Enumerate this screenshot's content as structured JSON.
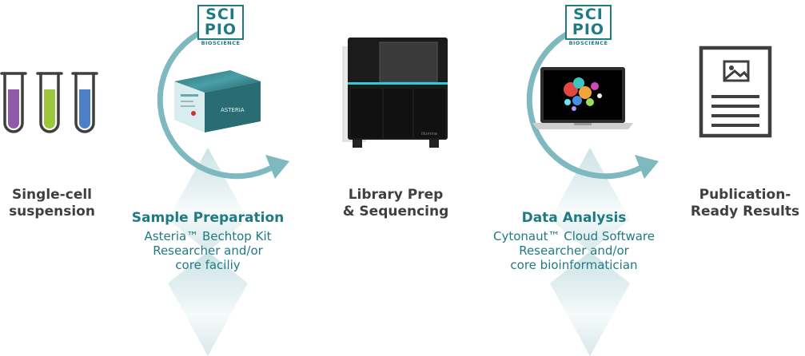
{
  "steps": [
    {
      "title_line1": "Single-cell",
      "title_line2": "suspension"
    },
    {
      "title": "Sample Preparation",
      "sub1": "Asteria™ Bechtop Kit",
      "sub2": "Researcher and/or",
      "sub3": "core faciliy"
    },
    {
      "title_line1": "Library Prep",
      "title_line2": "& Sequencing"
    },
    {
      "title": "Data Analysis",
      "sub1": "Cytonaut™ Cloud Software",
      "sub2": "Researcher and/or",
      "sub3": "core bioinformatician"
    },
    {
      "title_line1": "Publication-",
      "title_line2": "Ready Results"
    }
  ],
  "logo": {
    "line1": "SCI",
    "line2": "PIO",
    "tagline": "BIOSCIENCE"
  },
  "kit_box": {
    "brand": "ASTERIA"
  },
  "sequencer": {
    "brand": "illumina"
  },
  "colors": {
    "teal": "#1f7a82",
    "arrow": "#7fb9c0",
    "tube1": "#8f5aa8",
    "tube2": "#9cc63b",
    "tube3": "#4d7fc7",
    "dark": "#3f3f3f"
  }
}
